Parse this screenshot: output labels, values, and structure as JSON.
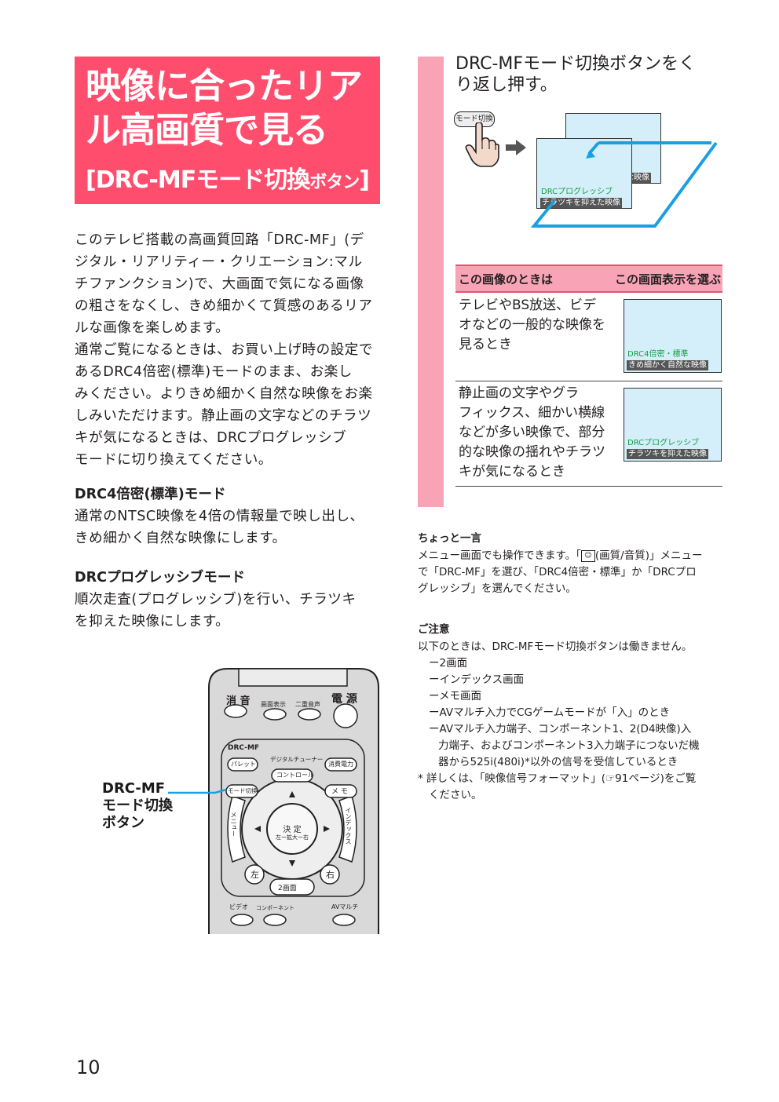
{
  "title": {
    "line1": "映像に合ったリア",
    "line2": "ル高画質で見る",
    "line3_main": "[DRC-MFモード切換",
    "line3_small": "ボタン",
    "line3_end": "]"
  },
  "intro": [
    "このテレビ搭載の高画質回路「DRC-MF」(デ",
    "ジタル・リアリティー・クリエーション:マル",
    "チファンクション)で、大画面で気になる画像",
    "の粗さをなくし、きめ細かくて質感のあるリア",
    "ルな画像を楽しめます。",
    "通常ご覧になるときは、お買い上げ時の設定で",
    "あるDRC4倍密(標準)モードのまま、お楽し",
    "みください。よりきめ細かく自然な映像をお楽",
    "しみいただけます。静止画の文字などのチラツ",
    "キが気になるときは、DRCプログレッシブ",
    "モードに切り換えてください。"
  ],
  "mode1": {
    "heading": "DRC4倍密(標準)モード",
    "lines": [
      "通常のNTSC映像を4倍の情報量で映し出し、",
      "きめ細かく自然な映像にします。"
    ]
  },
  "mode2": {
    "heading": "DRCプログレッシブモード",
    "lines": [
      "順次走査(プログレッシブ)を行い、チラツキ",
      "を抑えた映像にします。"
    ]
  },
  "step": {
    "lines": [
      "DRC-MFモード切換ボタンをく",
      "り返し押す。"
    ],
    "button_label": "モード切換"
  },
  "screens": {
    "drc4_title": "DRC4倍密・標準",
    "drc4_sub": "きめ細かく自然な映像",
    "prog_title": "DRCプログレッシブ",
    "prog_sub": "チラツキを抑えた映像"
  },
  "table": {
    "col1": "この画像のときは",
    "col2": "この画面表示を選ぶ",
    "row1": [
      "テレビやBS放送、ビデ",
      "オなどの一般的な映像を",
      "見るとき"
    ],
    "row2": [
      "静止画の文字やグラ",
      "フィックス、細かい横線",
      "などが多い映像で、部分",
      "的な映像の揺れやチラツ",
      "キが気になるとき"
    ]
  },
  "tip": {
    "heading": "ちょっと一言",
    "line1a": "メニュー画面でも操作できます。「",
    "line1b": "(画質/音質)」メニュー",
    "line2": "で「DRC-MF」を選び、「DRC4倍密・標準」か「DRCプロ",
    "line3": "グレッシブ」を選んでください。"
  },
  "caution": {
    "heading": "ご注意",
    "intro": "以下のときは、DRC-MFモード切換ボタンは働きません。",
    "items": [
      "ー2画面",
      "ーインデックス画面",
      "ーメモ画面",
      "ーAVマルチ入力でCGゲームモードが「入」のとき",
      "ーAVマルチ入力端子、コンポーネント1、2(D4映像)入",
      "力端子、およびコンポーネント3入力端子につないだ機",
      "器から525i(480i)*以外の信号を受信しているとき"
    ],
    "note1": "* 詳しくは、「映像信号フォーマット」(",
    "note_ref": "☞91ページ",
    "note1_end": ")をご覧",
    "note2": "ください。"
  },
  "remote": {
    "mute": "消 音",
    "display": "画面表示",
    "dual_audio": "二重音声",
    "power": "電 源",
    "drc_mf": "DRC-MF",
    "palette": "パレット",
    "digital_tuner": "デジタルチューナー",
    "power_save": "消費電力",
    "control": "コントロール",
    "mode_switch": "モード切換",
    "memo": "メ モ",
    "menu": "メニュー",
    "index": "インデックス",
    "enter": "決 定",
    "enter_sub": "左ー拡大ー右",
    "left": "左",
    "right": "右",
    "two_screen": "2画面",
    "video": "ビデオ",
    "component": "コンポーネント",
    "av_multi": "AVマルチ"
  },
  "callout": [
    "DRC-MF",
    "モード切換",
    "ボタン"
  ],
  "page_number": "10"
}
